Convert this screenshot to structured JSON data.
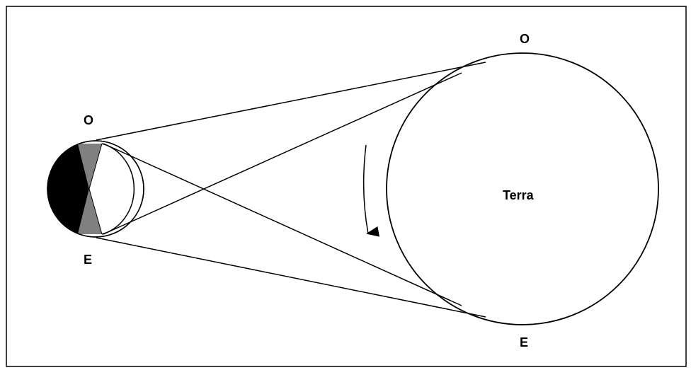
{
  "diagram": {
    "earth_label": "Terra",
    "moon_labels": {
      "top": "O",
      "bottom": "E"
    },
    "earth_labels": {
      "top": "O",
      "bottom": "E"
    },
    "colors": {
      "stroke": "#000000",
      "shadow_dark": "#000000",
      "shadow_gray": "#808080",
      "background": "#ffffff"
    }
  }
}
